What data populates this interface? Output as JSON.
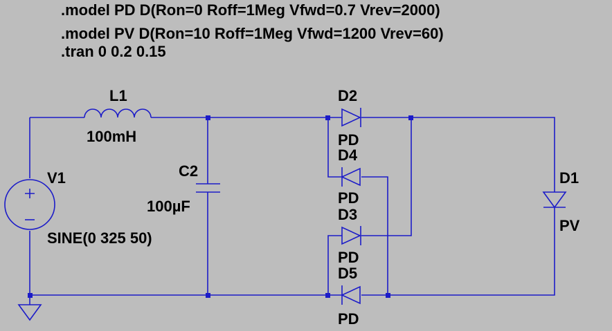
{
  "directives": [
    ".model PD D(Ron=0 Roff=1Meg Vfwd=0.7 Vrev=2000)",
    ".model PV D(Ron=10 Roff=1Meg Vfwd=1200 Vrev=60)",
    ".tran 0 0.2 0.15"
  ],
  "components": {
    "L1": {
      "name": "L1",
      "value": "100mH"
    },
    "C2": {
      "name": "C2",
      "value": "100µF"
    },
    "V1": {
      "name": "V1",
      "value": "SINE(0 325 50)",
      "plus": "+",
      "minus": "−"
    },
    "D1": {
      "name": "D1",
      "model": "PV"
    },
    "D2": {
      "name": "D2",
      "model": "PD"
    },
    "D3": {
      "name": "D3",
      "model": "PD"
    },
    "D4": {
      "name": "D4",
      "model": "PD"
    },
    "D5": {
      "name": "D5",
      "model": "PD"
    }
  },
  "colors": {
    "background": "#bdbdbd",
    "wire": "#1c1cc8",
    "text": "#000000"
  }
}
